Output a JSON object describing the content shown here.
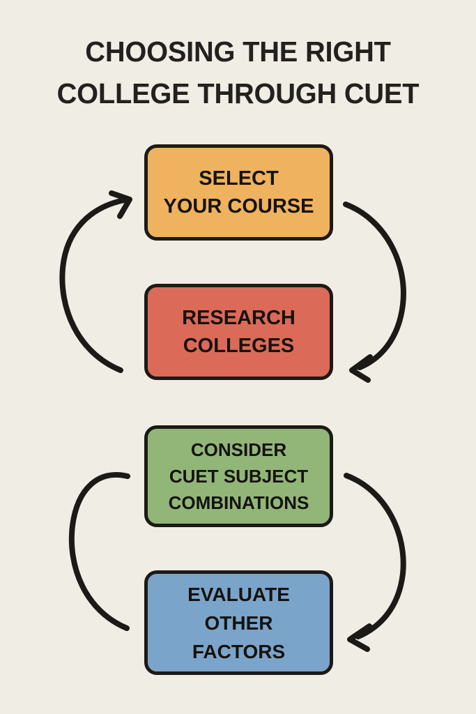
{
  "theme": {
    "background": "#F0EDE4",
    "ink": "#1C1A17",
    "title_color": "#23211E"
  },
  "header": {
    "title_line_1": "CHOOSING THE RIGHT",
    "title_line_2": "COLLEGE THROUGH CUET",
    "title_full": "CHOOSING THE RIGHT COLLEGE THROUGH CUET"
  },
  "diagram": {
    "type": "cycle-flowchart",
    "steps": [
      {
        "index": 1,
        "color": "#EFB25E",
        "color_name": "orange",
        "lines": [
          "SELECT",
          "YOUR COURSE"
        ],
        "text": "SELECT YOUR COURSE"
      },
      {
        "index": 2,
        "color": "#DC6A58",
        "color_name": "red",
        "lines": [
          "RESEARCH",
          "COLLEGES"
        ],
        "text": "RESEARCH COLLEGES"
      },
      {
        "index": 3,
        "color": "#92B678",
        "color_name": "green",
        "lines": [
          "CONSIDER",
          "CUET SUBJECT",
          "COMBINATIONS"
        ],
        "text": "CONSIDER CUET SUBJECT COMBINATIONS"
      },
      {
        "index": 4,
        "color": "#7BA4CB",
        "color_name": "blue",
        "lines": [
          "EVALUATE",
          "OTHER",
          "FACTORS"
        ],
        "text": "EVALUATE OTHER FACTORS"
      }
    ],
    "connectors": [
      {
        "name": "arrow-upper-left",
        "from": "research-colleges",
        "to": "select-your-course",
        "has_arrowhead": true,
        "direction": "up-right"
      },
      {
        "name": "arrow-upper-right",
        "from": "select-your-course",
        "to": "research-colleges",
        "has_arrowhead": true,
        "direction": "down-left"
      },
      {
        "name": "arc-lower-left",
        "from": "evaluate-other-factors",
        "to": "consider-cuet-subject-combinations",
        "has_arrowhead": false,
        "direction": "none"
      },
      {
        "name": "arrow-lower-right",
        "from": "consider-cuet-subject-combinations",
        "to": "evaluate-other-factors",
        "has_arrowhead": true,
        "direction": "down-left"
      }
    ]
  }
}
